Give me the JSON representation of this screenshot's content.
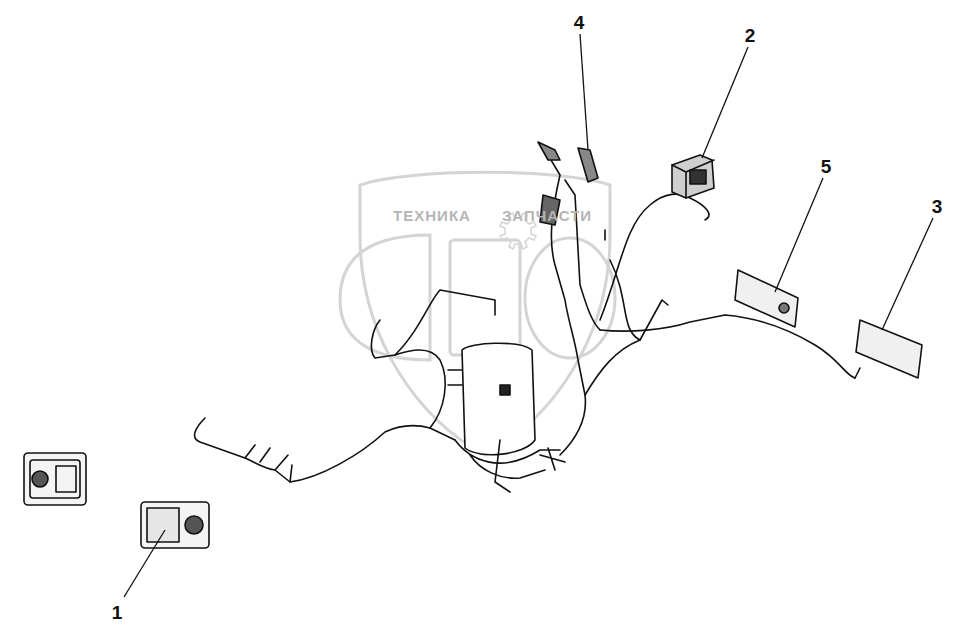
{
  "diagram": {
    "labels": [
      "1",
      "2",
      "3",
      "4",
      "5",
      "ТЕХНИКА",
      "ЗАПЧАСТИ"
    ]
  }
}
